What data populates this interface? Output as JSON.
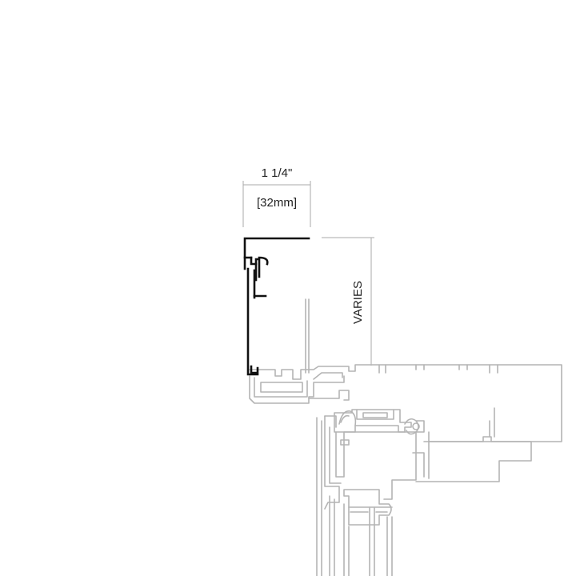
{
  "dimensions": {
    "width_imperial": "1 1/4\"",
    "width_metric": "[32mm]",
    "height_label": "VARIES"
  },
  "colors": {
    "profile": "#111111",
    "context": "#b4b4b4",
    "dimension": "#aaaaaa",
    "text": "#222222",
    "background": "#ffffff"
  }
}
